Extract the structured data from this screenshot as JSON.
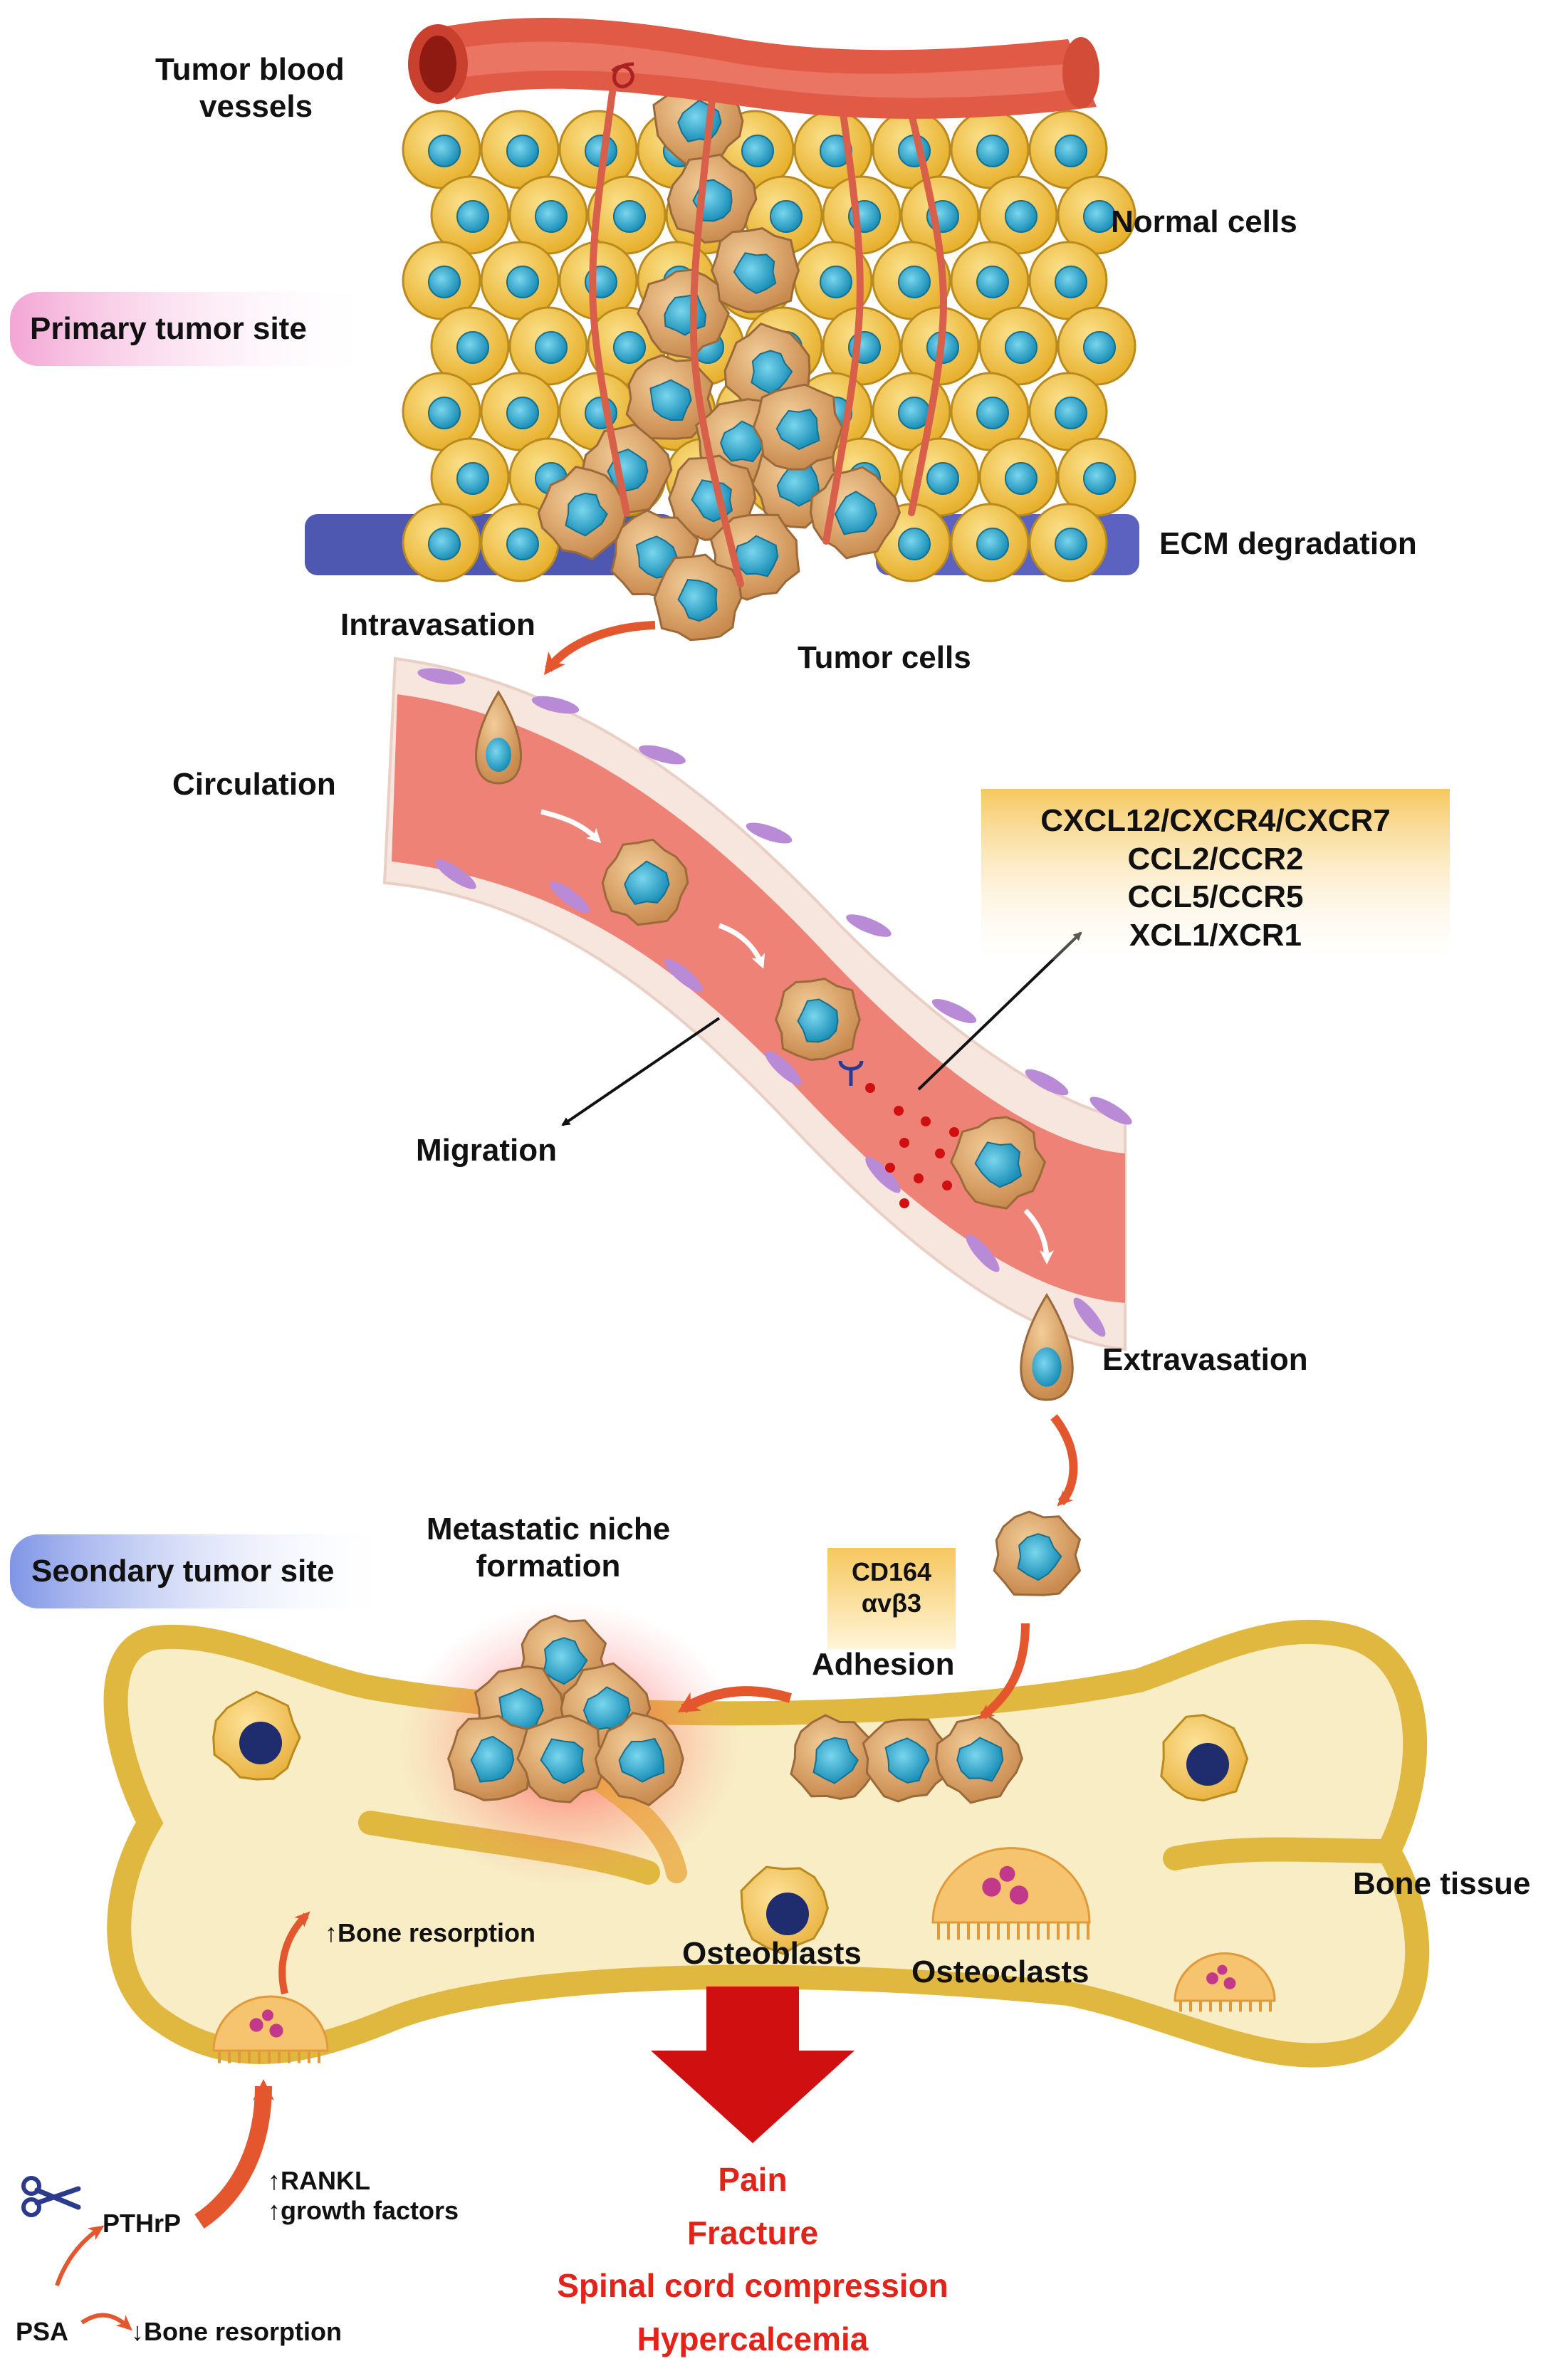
{
  "labels": {
    "tumor_blood_vessels": [
      "Tumor blood",
      "vessels"
    ],
    "normal_cells": "Normal cells",
    "primary_tumor_site": "Primary tumor site",
    "ecm_degradation": "ECM degradation",
    "intravasation": "Intravasation",
    "tumor_cells": "Tumor cells",
    "circulation": "Circulation",
    "migration": "Migration",
    "extravasation": "Extravasation",
    "secondary_tumor_site": "Seondary tumor site",
    "metastatic_niche": [
      "Metastatic niche",
      "formation"
    ],
    "adhesion": "Adhesion",
    "bone_tissue": "Bone tissue",
    "osteoblasts": "Osteoblasts",
    "osteoclasts": "Osteoclasts",
    "bone_resorption_up": "↑Bone resorption",
    "rankl_up": "↑RANKL",
    "growth_factors_up": "↑growth factors",
    "pthrp": "PTHrP",
    "psa": "PSA",
    "bone_resorption_down": "↓Bone resorption"
  },
  "chemokines": [
    "CXCL12/CXCR4/CXCR7",
    "CCL2/CCR2",
    "CCL5/CCR5",
    "XCL1/XCR1"
  ],
  "adhesion_molecules": [
    "CD164",
    "αvβ3"
  ],
  "outcomes": [
    "Pain",
    "Fracture",
    "Spinal cord compression",
    "Hypercalcemia"
  ],
  "colors": {
    "vessel_red": "#e05a45",
    "vessel_lumen": "#f08a7e",
    "normal_cell": "#f0c040",
    "tumor_cell": "#d9a36a",
    "nucleus": "#2aa7c9",
    "ecm": "#4f58b0",
    "bone_outline": "#e0b840",
    "bone_fill": "#f8edc4",
    "outcome_red": "#e2231a",
    "arrow_orange": "#e4572e",
    "big_arrow": "#d01010"
  }
}
